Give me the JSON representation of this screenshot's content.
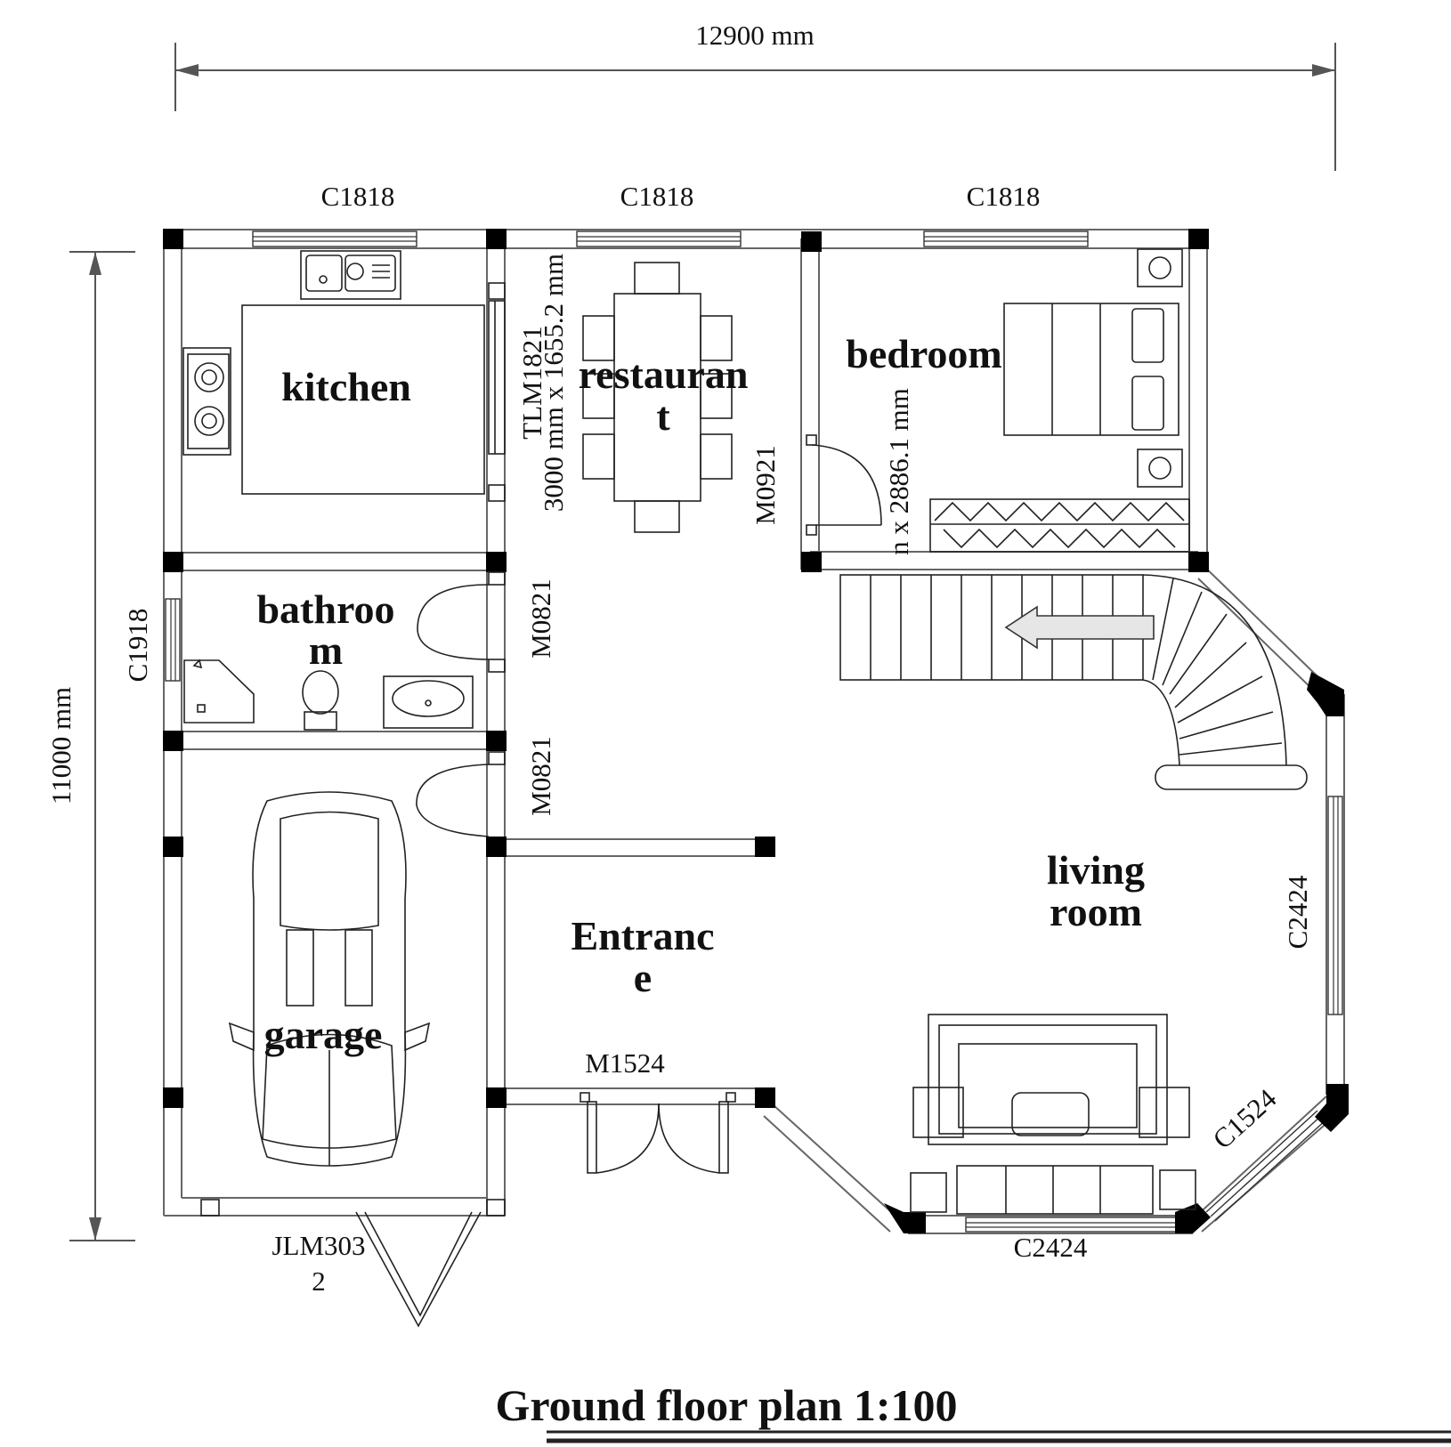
{
  "dimensions": {
    "width_label": "12900 mm",
    "height_label": "11000 mm"
  },
  "rooms": {
    "kitchen": "kitchen",
    "restaurant_line1": "restauran",
    "restaurant_line2": "t",
    "bedroom": "bedroom",
    "bathroom_line1": "bathroo",
    "bathroom_line2": "m",
    "garage": "garage",
    "entrance_line1": "Entranc",
    "entrance_line2": "e",
    "living_line1": "living",
    "living_line2": "room"
  },
  "openings": {
    "window_kitchen": "C1818",
    "window_restaurant": "C1818",
    "window_bedroom": "C1818",
    "window_bathroom": "C1918",
    "door_tlm": "TLM1821",
    "tlm_size": "3000 mm x 1655.2 mm",
    "door_bedroom": "M0921",
    "bedroom_size": "n x 2886.1 mm",
    "door_bathroom": "M0821",
    "door_garage_inner": "M0821",
    "door_entrance": "M1524",
    "window_living_right": "C2424",
    "window_living_diag": "C1524",
    "window_living_bottom": "C2424",
    "garage_door_line1": "JLM303",
    "garage_door_line2": "2"
  },
  "title": "Ground floor plan 1:100",
  "colors": {
    "line": "#222222",
    "wall": "#666666",
    "column": "#000000",
    "arrow_fill": "#e6e6e6"
  }
}
